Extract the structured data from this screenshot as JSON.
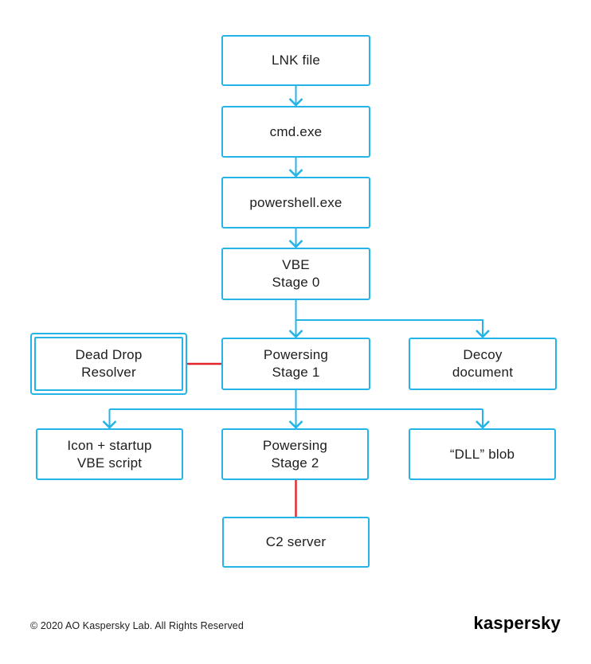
{
  "diagram": {
    "title_hint": "malware-infection-chain-flowchart",
    "nodes": [
      {
        "id": "lnk",
        "label": "LNK file"
      },
      {
        "id": "cmd",
        "label": "cmd.exe"
      },
      {
        "id": "powershell",
        "label": "powershell.exe"
      },
      {
        "id": "vbe",
        "label": "VBE\nStage 0"
      },
      {
        "id": "dead_drop",
        "label": "Dead Drop\nResolver"
      },
      {
        "id": "powersing1",
        "label": "Powersing\nStage 1"
      },
      {
        "id": "decoy",
        "label": "Decoy\ndocument"
      },
      {
        "id": "icon_vbe",
        "label": "Icon + startup\nVBE script"
      },
      {
        "id": "powersing2",
        "label": "Powersing\nStage 2"
      },
      {
        "id": "dll_blob",
        "label": "“DLL” blob"
      },
      {
        "id": "c2",
        "label": "C2 server"
      }
    ],
    "edges": [
      {
        "from": "lnk",
        "to": "cmd",
        "style": "arrow-blue"
      },
      {
        "from": "cmd",
        "to": "powershell",
        "style": "arrow-blue"
      },
      {
        "from": "powershell",
        "to": "vbe",
        "style": "arrow-blue"
      },
      {
        "from": "vbe",
        "to": "powersing1",
        "style": "arrow-blue"
      },
      {
        "from": "vbe",
        "to": "decoy",
        "style": "arrow-blue"
      },
      {
        "from": "dead_drop",
        "to": "powersing1",
        "style": "line-red"
      },
      {
        "from": "powersing1",
        "to": "icon_vbe",
        "style": "arrow-blue"
      },
      {
        "from": "powersing1",
        "to": "powersing2",
        "style": "arrow-blue"
      },
      {
        "from": "powersing1",
        "to": "dll_blob",
        "style": "arrow-blue"
      },
      {
        "from": "powersing2",
        "to": "c2",
        "style": "line-red"
      }
    ]
  },
  "colors": {
    "accent": "#24b4e8",
    "red": "#e42529",
    "text": "#1d1d1b"
  },
  "footer": {
    "copyright": "© 2020 AO Kaspersky Lab. All Rights Reserved",
    "logo": "kaspersky"
  }
}
